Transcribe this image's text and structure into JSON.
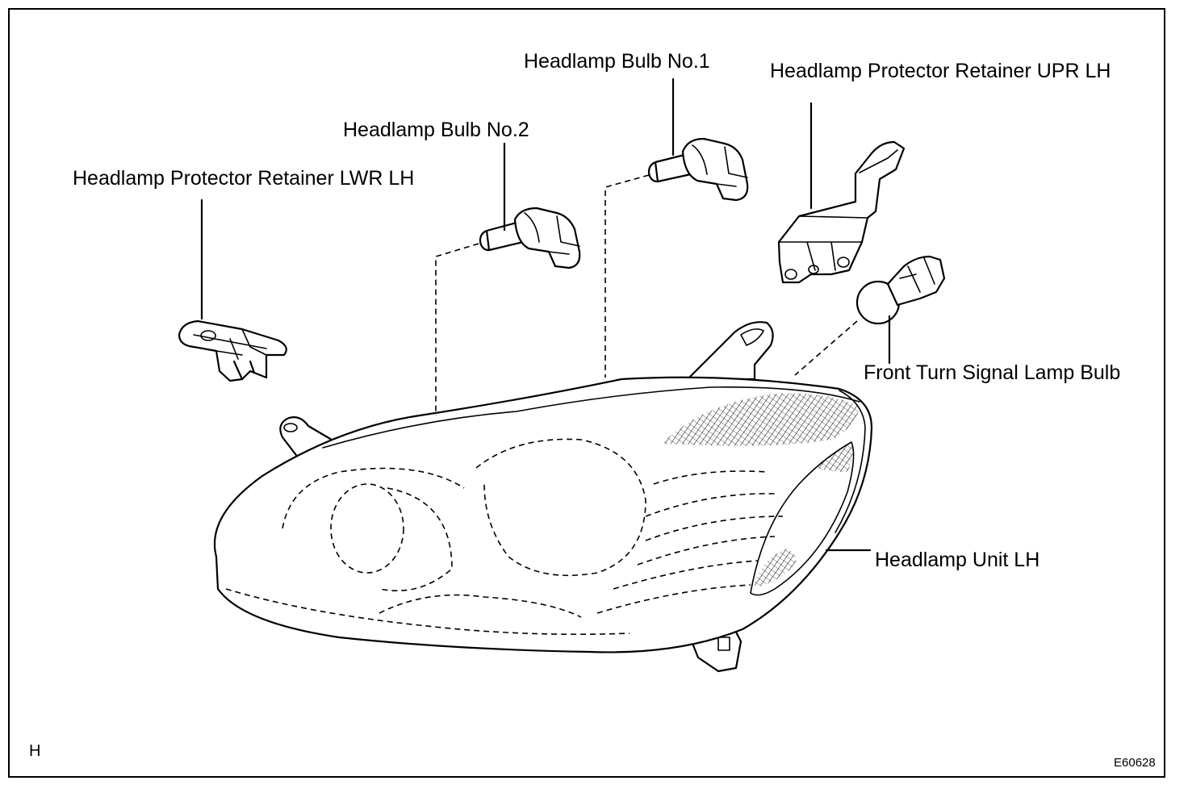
{
  "labels": {
    "bulb_no1": "Headlamp Bulb No.1",
    "retainer_upr": "Headlamp Protector Retainer UPR LH",
    "bulb_no2": "Headlamp Bulb No.2",
    "retainer_lwr": "Headlamp Protector Retainer LWR LH",
    "turn_signal_bulb": "Front Turn Signal Lamp Bulb",
    "headlamp_unit": "Headlamp Unit LH"
  },
  "corner_mark": "H",
  "figure_code": "E60628"
}
